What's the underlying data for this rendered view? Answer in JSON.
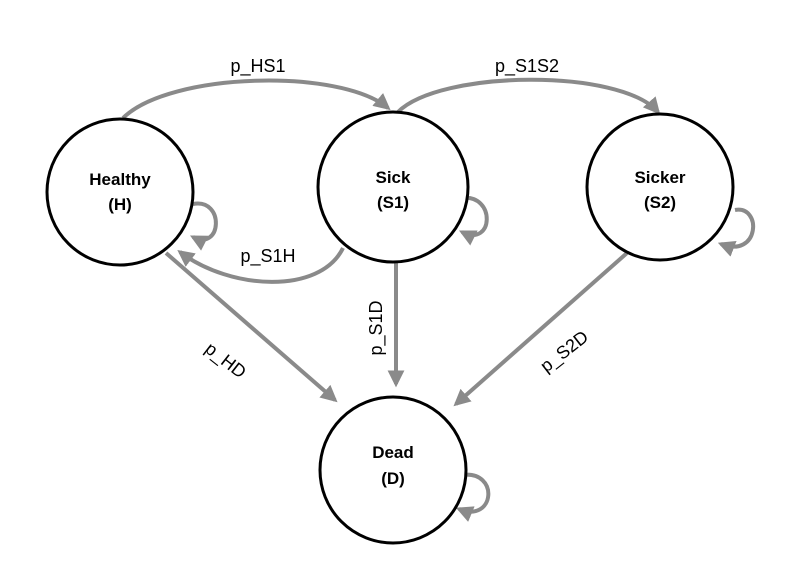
{
  "nodes": {
    "healthy": {
      "name": "Healthy",
      "code": "(H)"
    },
    "sick": {
      "name": "Sick",
      "code": "(S1)"
    },
    "sicker": {
      "name": "Sicker",
      "code": "(S2)"
    },
    "dead": {
      "name": "Dead",
      "code": "(D)"
    }
  },
  "edges": {
    "hs1": "p_HS1",
    "s1s2": "p_S1S2",
    "s1h": "p_S1H",
    "s1d": "p_S1D",
    "hd": "p_HD",
    "s2d": "p_S2D"
  },
  "colors": {
    "edge": "#8a8a8a",
    "node_border": "#000000"
  }
}
